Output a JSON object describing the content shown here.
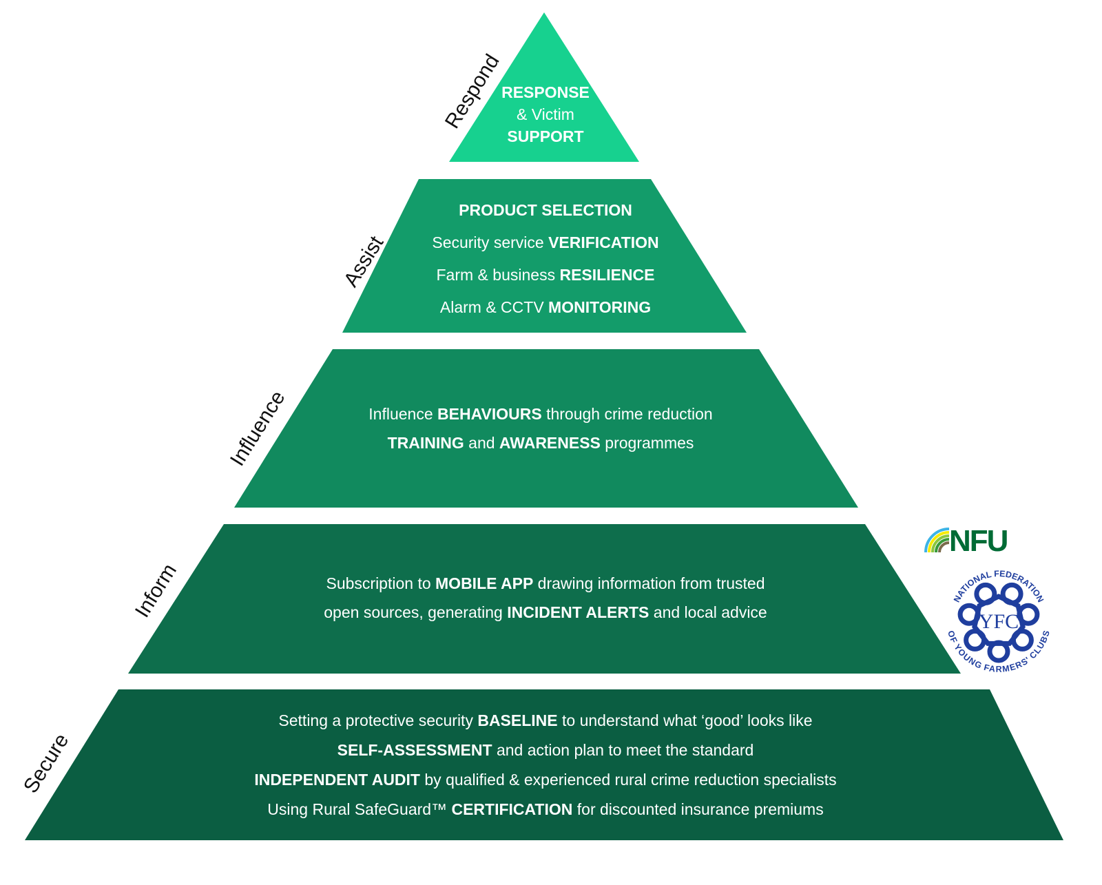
{
  "colors": {
    "respond": "#17d18f",
    "assist": "#139c6a",
    "influence": "#118a5e",
    "inform": "#0e6e4c",
    "secure": "#0b5e42",
    "nfu_green": "#006b35",
    "yfc_blue": "#1f3e9e"
  },
  "tiers": [
    {
      "id": "respond",
      "label": "Respond",
      "lines": [
        [
          {
            "t": "RESPONSE",
            "b": true
          }
        ],
        [
          {
            "t": "& Victim",
            "b": false
          }
        ],
        [
          {
            "t": "SUPPORT",
            "b": true
          }
        ]
      ]
    },
    {
      "id": "assist",
      "label": "Assist",
      "lines": [
        [
          {
            "t": "PRODUCT SELECTION",
            "b": true
          }
        ],
        [
          {
            "t": "Security service ",
            "b": false
          },
          {
            "t": "VERIFICATION",
            "b": true
          }
        ],
        [
          {
            "t": "Farm & business ",
            "b": false
          },
          {
            "t": "RESILIENCE",
            "b": true
          }
        ],
        [
          {
            "t": "Alarm & CCTV ",
            "b": false
          },
          {
            "t": "MONITORING",
            "b": true
          }
        ]
      ]
    },
    {
      "id": "influence",
      "label": "Influence",
      "lines": [
        [
          {
            "t": "Influence ",
            "b": false
          },
          {
            "t": "BEHAVIOURS",
            "b": true
          },
          {
            "t": " through crime reduction",
            "b": false
          }
        ],
        [
          {
            "t": "TRAINING",
            "b": true
          },
          {
            "t": " and ",
            "b": false
          },
          {
            "t": "AWARENESS",
            "b": true
          },
          {
            "t": " programmes",
            "b": false
          }
        ]
      ]
    },
    {
      "id": "inform",
      "label": "Inform",
      "lines": [
        [
          {
            "t": "Subscription to ",
            "b": false
          },
          {
            "t": "MOBILE APP",
            "b": true
          },
          {
            "t": " drawing information from trusted",
            "b": false
          }
        ],
        [
          {
            "t": "open sources, generating ",
            "b": false
          },
          {
            "t": "INCIDENT ALERTS",
            "b": true
          },
          {
            "t": " and local advice",
            "b": false
          }
        ]
      ]
    },
    {
      "id": "secure",
      "label": "Secure",
      "lines": [
        [
          {
            "t": "Setting a protective security ",
            "b": false
          },
          {
            "t": "BASELINE",
            "b": true
          },
          {
            "t": " to understand what ‘good’ looks like",
            "b": false
          }
        ],
        [
          {
            "t": "SELF-ASSESSMENT",
            "b": true
          },
          {
            "t": " and action plan to meet the standard",
            "b": false
          }
        ],
        [
          {
            "t": "INDEPENDENT AUDIT",
            "b": true
          },
          {
            "t": " by qualified & experienced rural crime reduction specialists",
            "b": false
          }
        ],
        [
          {
            "t": "Using Rural SafeGuard™ ",
            "b": false
          },
          {
            "t": "CERTIFICATION",
            "b": true
          },
          {
            "t": " for discounted insurance premiums",
            "b": false
          }
        ]
      ]
    }
  ],
  "logos": {
    "nfu": {
      "text": "NFU"
    },
    "yfc": {
      "ring_top": "NATIONAL FEDERATION",
      "ring_bottom": "OF YOUNG FARMERS' CLUBS",
      "monogram": "YFC"
    }
  }
}
